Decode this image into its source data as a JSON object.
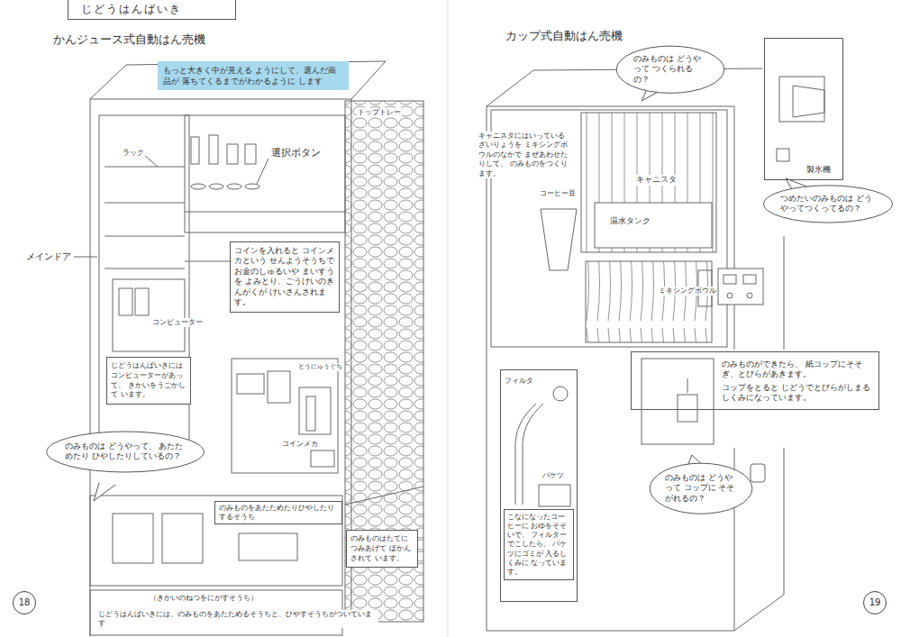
{
  "diagram": {
    "title": "じどうはんばいき",
    "nodes": [
      {
        "text": [
          "もっと大きく中が見える ようにして、選んだ商品が 落ちてくるまでがわかるように します"
        ]
      },
      {
        "text": [
          "コインを入れると コインメカという せんようそうちで お金のしゅるいや まいすうを よみとり、ごうけいのきんがくが けいさんされます。"
        ]
      },
      {
        "text": [
          "じどうはんばいきには コンピューターがあって、 きかいをうごかして います。"
        ]
      },
      {
        "text": [
          "のみものは どうやって、 あたためたり ひやしたりしているの？"
        ]
      },
      {
        "text": [
          "のみものをあたためたりひやしたりするそうち"
        ]
      },
      {
        "text": [
          "のみものはたてに つみあげて ほかんされて います。"
        ]
      },
      {
        "text": [
          "のみものは どうやって つくられるの？"
        ]
      },
      {
        "text": [
          "製氷機"
        ]
      },
      {
        "text": [
          "つめたいのみものは どうやってつくってるの？"
        ]
      },
      {
        "text": [
          "のみものができたら、 紙コップにそそぎ、とびらがあきます。",
          "コップをとると じどうでとびらがしまる しくみになっています。"
        ]
      },
      {
        "text": [
          "のみものは どうやって コップに そそがれるの？"
        ]
      },
      {
        "text": [
          "フィルタ",
          "バケツ"
        ]
      },
      {
        "text": [
          "こなになったコーヒーに おゆをそそいで、 フィルターでこしたら、 バケツにゴミが 入るしくみに なっています。"
        ],
        "in": 11
      }
    ],
    "labels": [
      "かんジュース式自動はん売機",
      "トップトレー",
      "ラック",
      "選択ボタン",
      "メインドア",
      "コンピューター",
      "とうにゅうぐち",
      "コインメカ",
      "（きかいのねつをにがすそうち）",
      "じどうはんばいきには、のみものをあたためるそうちと、ひやすそうちがついています",
      "18",
      "カップ式自動はん売機",
      "キャニスタにはいっているざいりょうを ミキシングボウルのなかで まぜあわせたりして、 のみものをつくります。",
      "キャニスタ",
      "温水タンク",
      "コーヒー豆",
      "ミキシングボウル",
      "19"
    ]
  }
}
